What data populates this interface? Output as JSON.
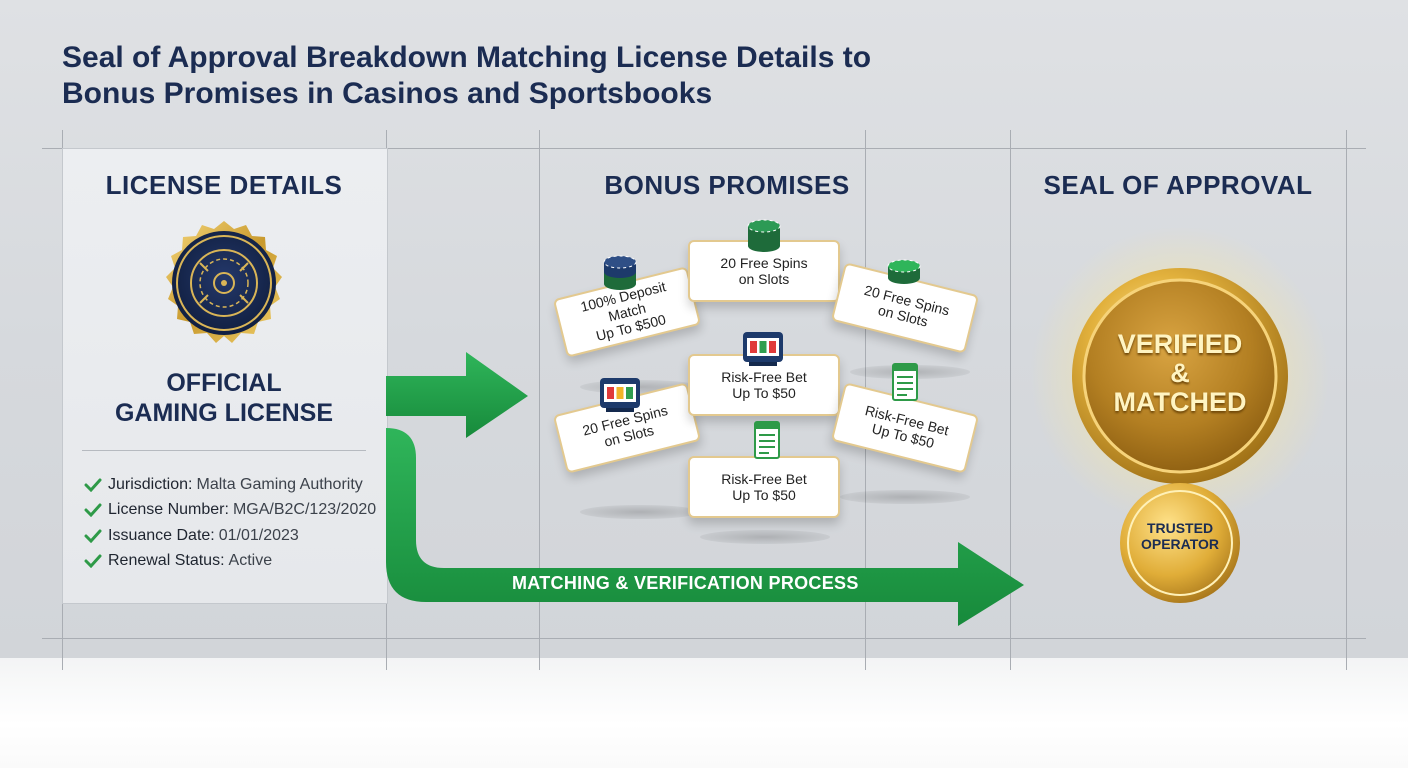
{
  "title": "Seal of Approval Breakdown Matching License Details to Bonus Promises in Casinos and Sportsbooks",
  "columns": {
    "license": "LICENSE DETAILS",
    "bonus": "BONUS PROMISES",
    "seal": "SEAL OF APPROVAL"
  },
  "license": {
    "official_line1": "OFFICIAL",
    "official_line2": "GAMING LICENSE",
    "badge_icon": "license-seal-icon",
    "details": [
      {
        "key": "Jurisdiction:",
        "value": "Malta Gaming Authority"
      },
      {
        "key": "License Number:",
        "value": "MGA/B2C/123/2020"
      },
      {
        "key": "Issuance Date:",
        "value": "01/01/2023"
      },
      {
        "key": "Renewal Status:",
        "value": "Active"
      }
    ]
  },
  "bonuses": [
    {
      "line1": "100% Deposit Match",
      "line2": "Up To $500",
      "icon": "casino-chips-icon"
    },
    {
      "line1": "20 Free Spins",
      "line2": "on Slots",
      "icon": "casino-chips-icon"
    },
    {
      "line1": "20 Free Spins",
      "line2": "on Slots",
      "icon": "casino-chips-icon"
    },
    {
      "line1": "20 Free Spins",
      "line2": "on Slots",
      "icon": "slot-machine-icon"
    },
    {
      "line1": "Risk-Free Bet",
      "line2": "Up To $50",
      "icon": "slot-machine-icon"
    },
    {
      "line1": "Risk-Free Bet",
      "line2": "Up To $50",
      "icon": "bet-slip-icon"
    },
    {
      "line1": "Risk-Free Bet",
      "line2": "Up To $50",
      "icon": "bet-slip-icon"
    }
  ],
  "process_label": "MATCHING & VERIFICATION PROCESS",
  "seal": {
    "main_line1": "VERIFIED",
    "main_line2": "&",
    "main_line3": "MATCHED",
    "badge_line1": "TRUSTED",
    "badge_line2": "OPERATOR",
    "icon": "gold-medal-icon"
  },
  "colors": {
    "navy": "#1b2c52",
    "green": "#1f9a45",
    "gold": "#d4a734",
    "check": "#2e9a48"
  }
}
